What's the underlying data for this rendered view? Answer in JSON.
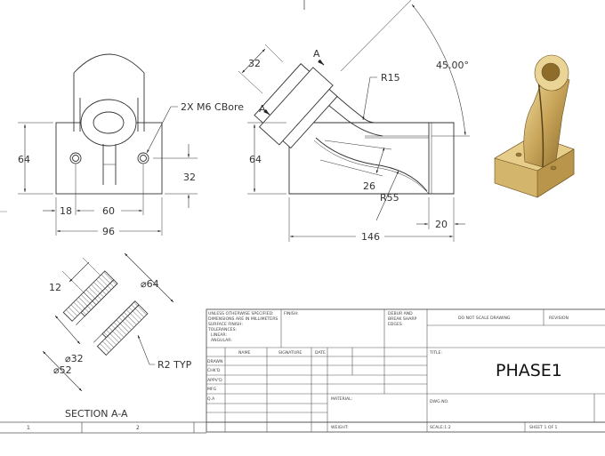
{
  "views": {
    "front": {
      "dims": {
        "height": "64",
        "hole_offset": "18",
        "hole_spacing": "60",
        "width": "96",
        "hole_height": "32"
      },
      "callout": "2X M6 CBore"
    },
    "side": {
      "dims": {
        "boss_width": "32",
        "angle": "45.00°",
        "fillet_top": "R15",
        "height": "64",
        "rib_thickness": "26",
        "radius_curve": "R55",
        "length": "146",
        "foot": "20"
      },
      "section_marker": "A"
    },
    "section": {
      "dims": {
        "depth": "12",
        "outer_dia": "64",
        "bore_dia": "32",
        "cbore_dia": "52",
        "fillet": "R2 TYP"
      },
      "dia_symbol": "⌀",
      "label": "SECTION A-A"
    },
    "isometric": {
      "color": "#c8a85c"
    }
  },
  "zones": [
    "1",
    "2"
  ],
  "title_block": {
    "notes": [
      "UNLESS OTHERWISE SPECIFIED:",
      "DIMENSIONS ARE IN MILLIMETERS",
      "SURFACE FINISH:",
      "TOLERANCES:",
      "LINEAR:",
      "ANGULAR:"
    ],
    "finish_label": "FINISH:",
    "deburr": [
      "DEBUR AND",
      "BREAK SHARP",
      "EDGES"
    ],
    "do_not_scale": "DO NOT SCALE DRAWING",
    "revision": "REVISION",
    "headers": {
      "name": "NAME",
      "signature": "SIGNATURE",
      "date": "DATE"
    },
    "rows": [
      "DRAWN",
      "CHK'D",
      "APPV'D",
      "MFG",
      "Q.A"
    ],
    "material_label": "MATERIAL:",
    "weight_label": "WEIGHT:",
    "title_label": "TITLE:",
    "title": "PHASE1",
    "dwg_no_label": "DWG NO.",
    "scale": "SCALE:1:2",
    "sheet": "SHEET 1 OF 1"
  }
}
